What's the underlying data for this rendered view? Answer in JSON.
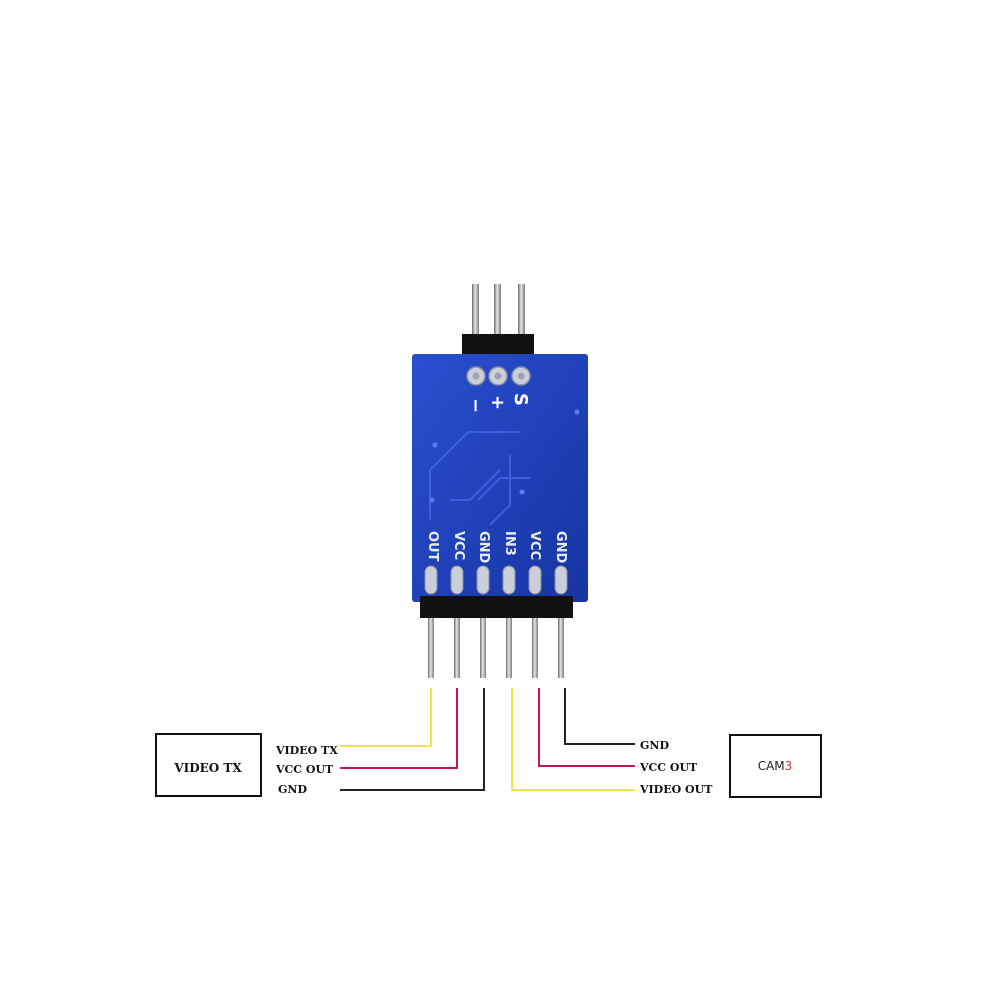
{
  "board": {
    "top_pins": [
      "−",
      "+",
      "S"
    ],
    "bottom_pins": [
      "OUT",
      "VCC",
      "GND",
      "IN3",
      "VCC",
      "GND"
    ],
    "pcb_color": "#1d3fb8"
  },
  "left_box": {
    "label": "VIDEO TX"
  },
  "right_box": {
    "label": "CAM",
    "suffix": "3",
    "suffix_color": "#c0392b"
  },
  "left_wires": [
    {
      "label": "VIDEO TX",
      "color": "#f2e14a"
    },
    {
      "label": "VCC OUT",
      "color": "#c2185b"
    },
    {
      "label": "GND",
      "color": "#222222"
    }
  ],
  "right_wires": [
    {
      "label": "GND",
      "color": "#222222"
    },
    {
      "label": "VCC OUT",
      "color": "#c2185b"
    },
    {
      "label": "VIDEO OUT",
      "color": "#f2e14a"
    }
  ]
}
